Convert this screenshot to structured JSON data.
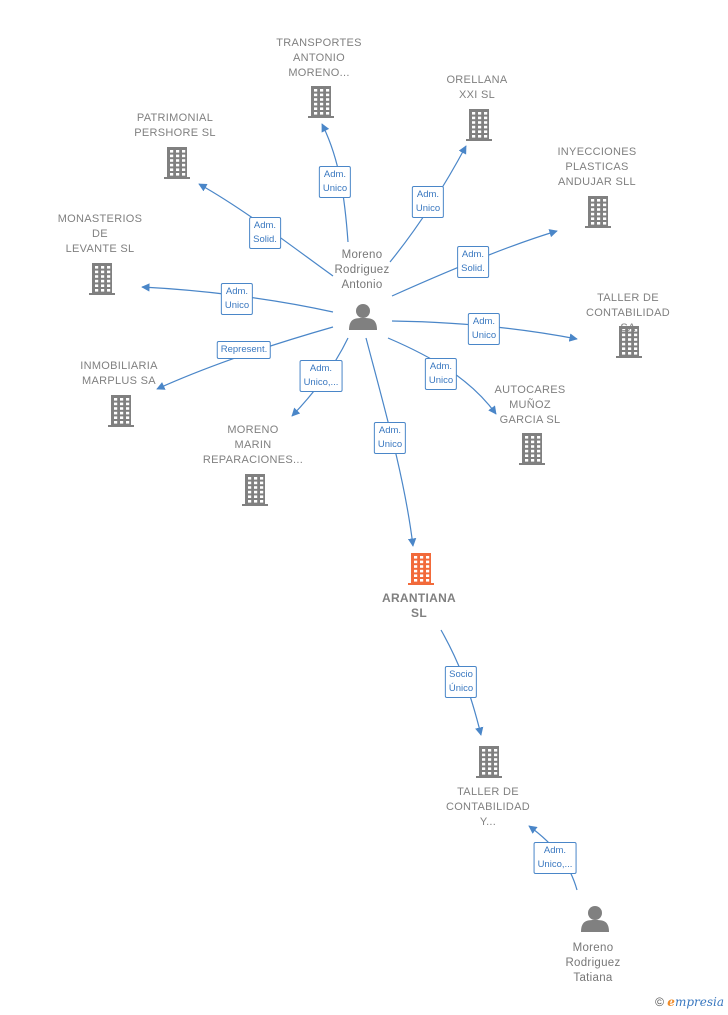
{
  "colors": {
    "edge": "#4a86c8",
    "company": "#808080",
    "main_company": "#f26a3a",
    "person": "#808080"
  },
  "nodes": [
    {
      "id": "transportes",
      "type": "company",
      "label": "TRANSPORTES\nANTONIO\nMORENO..."
    },
    {
      "id": "orellana",
      "type": "company",
      "label": "ORELLANA\nXXI SL"
    },
    {
      "id": "patrimonial",
      "type": "company",
      "label": "PATRIMONIAL\nPERSHORE  SL"
    },
    {
      "id": "inyecciones",
      "type": "company",
      "label": "INYECCIONES\nPLASTICAS\nANDUJAR  SLL"
    },
    {
      "id": "monasterios",
      "type": "company",
      "label": "MONASTERIOS\nDE\nLEVANTE  SL"
    },
    {
      "id": "taller_sa",
      "type": "company",
      "label": "TALLER DE\nCONTABILIDAD SA"
    },
    {
      "id": "inmobiliaria",
      "type": "company",
      "label": "INMOBILIARIA\nMARPLUS SA"
    },
    {
      "id": "autocares",
      "type": "company",
      "label": "AUTOCARES\nMUÑOZ\nGARCIA  SL"
    },
    {
      "id": "moreno_marin",
      "type": "company",
      "label": "MORENO\nMARIN\nREPARACIONES..."
    },
    {
      "id": "arantiana",
      "type": "main_company",
      "label": "ARANTIANA\nSL"
    },
    {
      "id": "taller_y",
      "type": "company",
      "label": "TALLER DE\nCONTABILIDAD\nY..."
    },
    {
      "id": "antonio",
      "type": "person",
      "label": "Moreno\nRodriguez\nAntonio"
    },
    {
      "id": "tatiana",
      "type": "person",
      "label": "Moreno\nRodriguez\nTatiana"
    }
  ],
  "edges": [
    {
      "from": "antonio",
      "to": "transportes",
      "label": "Adm.\nUnico"
    },
    {
      "from": "antonio",
      "to": "orellana",
      "label": "Adm.\nUnico"
    },
    {
      "from": "antonio",
      "to": "patrimonial",
      "label": "Adm.\nSolid."
    },
    {
      "from": "antonio",
      "to": "inyecciones",
      "label": "Adm.\nSolid."
    },
    {
      "from": "antonio",
      "to": "monasterios",
      "label": "Adm.\nUnico"
    },
    {
      "from": "antonio",
      "to": "taller_sa",
      "label": "Adm.\nUnico"
    },
    {
      "from": "antonio",
      "to": "inmobiliaria",
      "label": "Represent."
    },
    {
      "from": "antonio",
      "to": "moreno_marin",
      "label": "Adm.\nUnico,..."
    },
    {
      "from": "antonio",
      "to": "autocares",
      "label": "Adm.\nUnico"
    },
    {
      "from": "antonio",
      "to": "arantiana",
      "label": "Adm.\nUnico"
    },
    {
      "from": "arantiana",
      "to": "taller_y",
      "label": "Socio\nÚnico"
    },
    {
      "from": "tatiana",
      "to": "taller_y",
      "label": "Adm.\nUnico,..."
    }
  ],
  "footer": {
    "copyright": "©",
    "brand_initial": "e",
    "brand_rest": "mpresia"
  }
}
